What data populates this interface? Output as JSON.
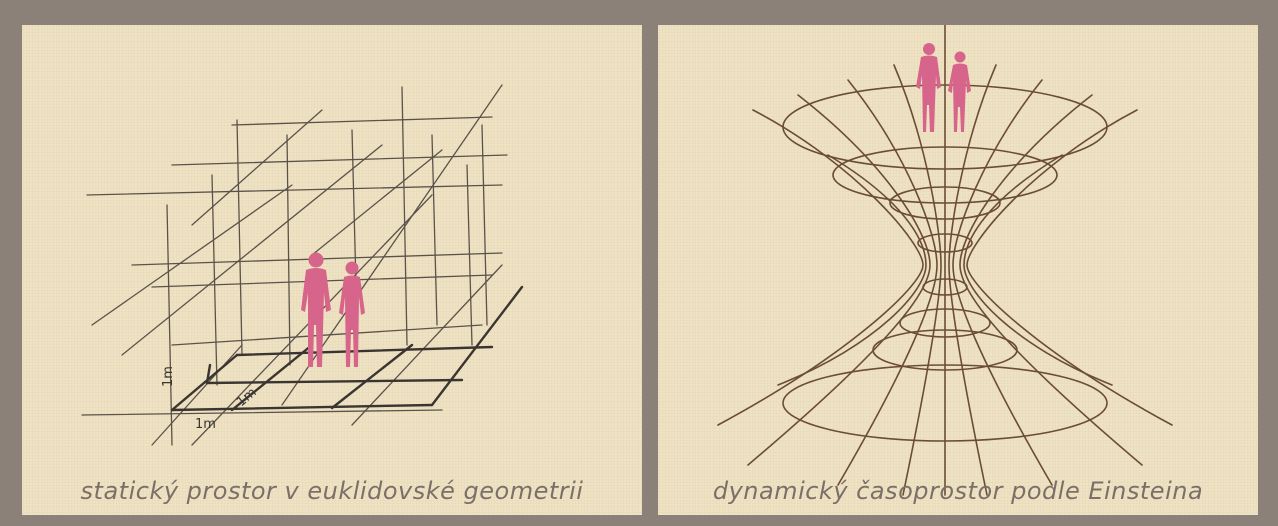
{
  "left_panel": {
    "caption": "statický prostor v euklidovské geometrii",
    "scale_labels": {
      "vertical": "1m",
      "diagonal": "1m",
      "horizontal": "1m"
    }
  },
  "right_panel": {
    "caption": "dynamický časoprostor podle Einsteina"
  },
  "colors": {
    "frame": "#8c8178",
    "paper": "#efe2c2",
    "figures": "#d7648a",
    "grid_lines": "#4a443e",
    "funnel_lines": "#6b4d34",
    "caption_text": "#7a7068"
  },
  "icons": [
    "human-couple-icon"
  ]
}
